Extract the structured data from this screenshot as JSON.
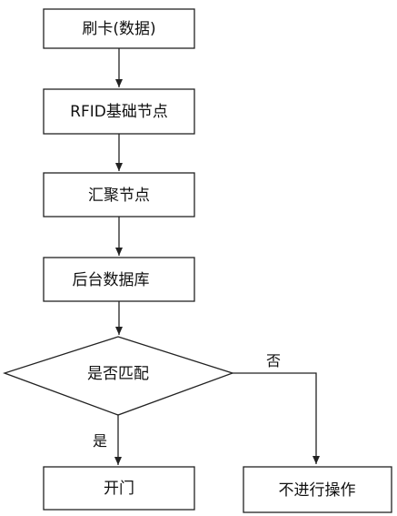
{
  "nodes": {
    "swipe_card": "刷卡(数据)",
    "rfid_node": "RFID基础节点",
    "aggregation_node": "汇聚节点",
    "backend_db": "后台数据库",
    "match_decision": "是否匹配",
    "open_door": "开门",
    "no_action": "不进行操作"
  },
  "edges": {
    "yes_label": "是",
    "no_label": "否"
  }
}
